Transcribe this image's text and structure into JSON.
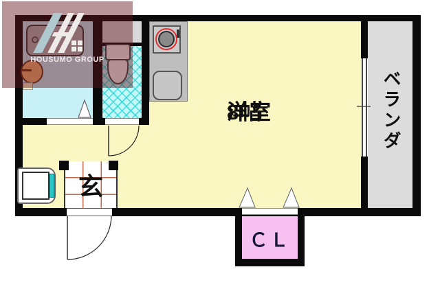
{
  "labels": {
    "main_room": {
      "line1": "洋室",
      "line2": "8帖"
    },
    "veranda": "ベランダ",
    "closet": "ＣＬ",
    "entrance": "玄",
    "watermark": "HOUSUMO GROUP"
  },
  "colors": {
    "wall": "#0a0a0a",
    "main_room_fill": "#FAF7C3",
    "veranda_fill": "#DCDCDC",
    "closet_fill": "#F7C2F2",
    "bathroom_floor": "#C9F1F8",
    "toilet_floor": "#C4F7F7",
    "toilet_floor_hatch": "#2DD7D7",
    "kitchen_counter": "#BEBEBE",
    "burner_ring": "#E23030",
    "genkan_grid": "#C06848",
    "washer_tap": "#28C8C8",
    "watermark_overlay": "rgba(95,18,26,0.45)",
    "logo_accent": "#AFC9CE"
  }
}
